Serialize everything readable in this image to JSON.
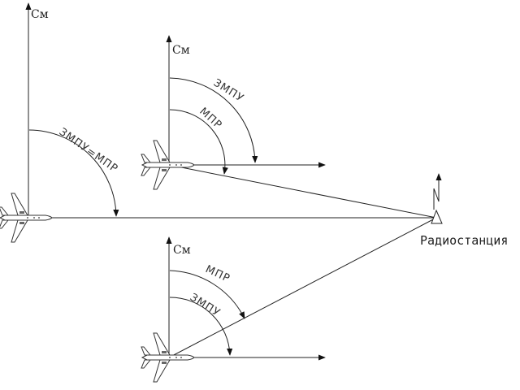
{
  "labels": {
    "north_axis": "См",
    "angle_equal": "ЗМПУ=МПР",
    "zmpu": "ЗМПУ",
    "mpr": "МПР",
    "station": "Радиостанция"
  },
  "aircraft": [
    {
      "id": "aircraft-on-course",
      "angle_labels": [
        "ЗМПУ=МПР"
      ]
    },
    {
      "id": "aircraft-left-of-course",
      "angle_labels": [
        "ЗМПУ",
        "МПР"
      ]
    },
    {
      "id": "aircraft-right-of-course",
      "angle_labels": [
        "МПР",
        "ЗМПУ"
      ]
    }
  ]
}
